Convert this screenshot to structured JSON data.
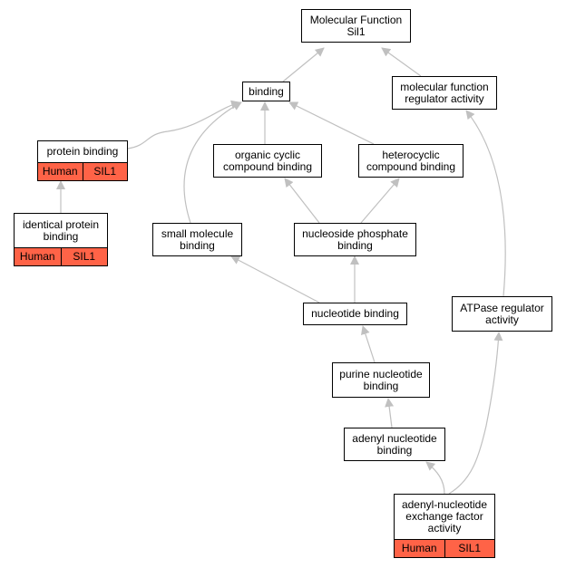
{
  "colors": {
    "edge": "#c0c0c0",
    "annotation_fill": "#ff6347",
    "node_border": "#000000"
  },
  "nodes": {
    "molecular_function": {
      "label": "Molecular Function\nSil1"
    },
    "binding": {
      "label": "binding"
    },
    "mf_regulator": {
      "label": "molecular function\nregulator activity"
    },
    "protein_binding": {
      "label": "protein binding",
      "annotation": {
        "species": "Human",
        "gene": "SIL1"
      }
    },
    "organic_cyclic": {
      "label": "organic cyclic\ncompound binding"
    },
    "heterocyclic": {
      "label": "heterocyclic\ncompound binding"
    },
    "identical_protein": {
      "label": "identical protein\nbinding",
      "annotation": {
        "species": "Human",
        "gene": "SIL1"
      }
    },
    "small_molecule": {
      "label": "small molecule\nbinding"
    },
    "nucleoside_phosphate": {
      "label": "nucleoside phosphate\nbinding"
    },
    "nucleotide": {
      "label": "nucleotide binding"
    },
    "atpase_regulator": {
      "label": "ATPase regulator\nactivity"
    },
    "purine_nucleotide": {
      "label": "purine nucleotide\nbinding"
    },
    "adenyl_nucleotide": {
      "label": "adenyl nucleotide\nbinding"
    },
    "adenyl_exchange": {
      "label": "adenyl-nucleotide\nexchange factor\nactivity",
      "annotation": {
        "species": "Human",
        "gene": "SIL1"
      }
    }
  }
}
